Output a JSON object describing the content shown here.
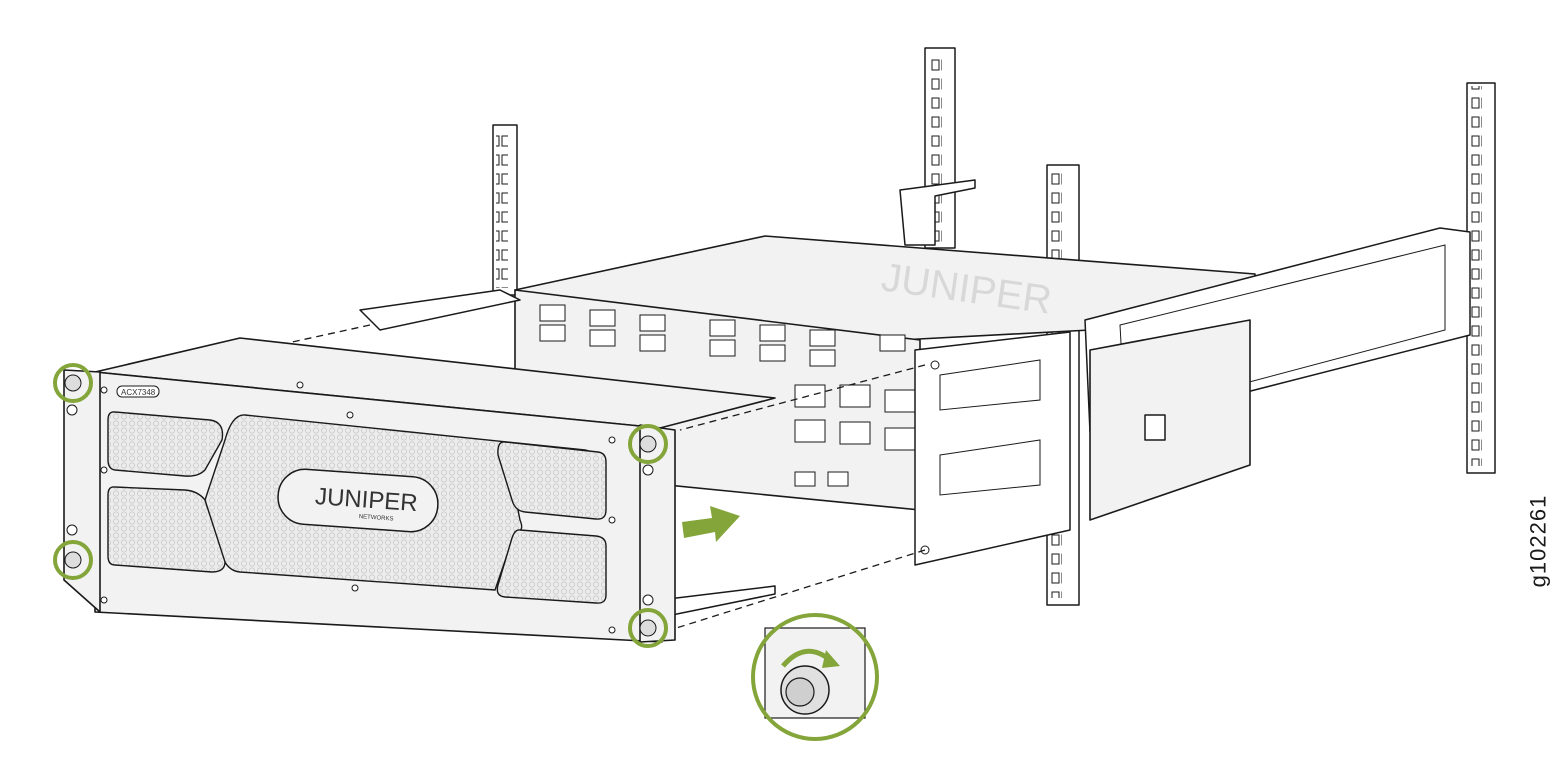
{
  "figure": {
    "id": "g102261",
    "device_model_label": "ACX7348",
    "logo_text": "JUNIPER",
    "logo_subtext": "NETWORKS"
  },
  "colors": {
    "highlight": "#84a53a",
    "line": "#1a1a1a",
    "panel": "#f2f2f2"
  }
}
